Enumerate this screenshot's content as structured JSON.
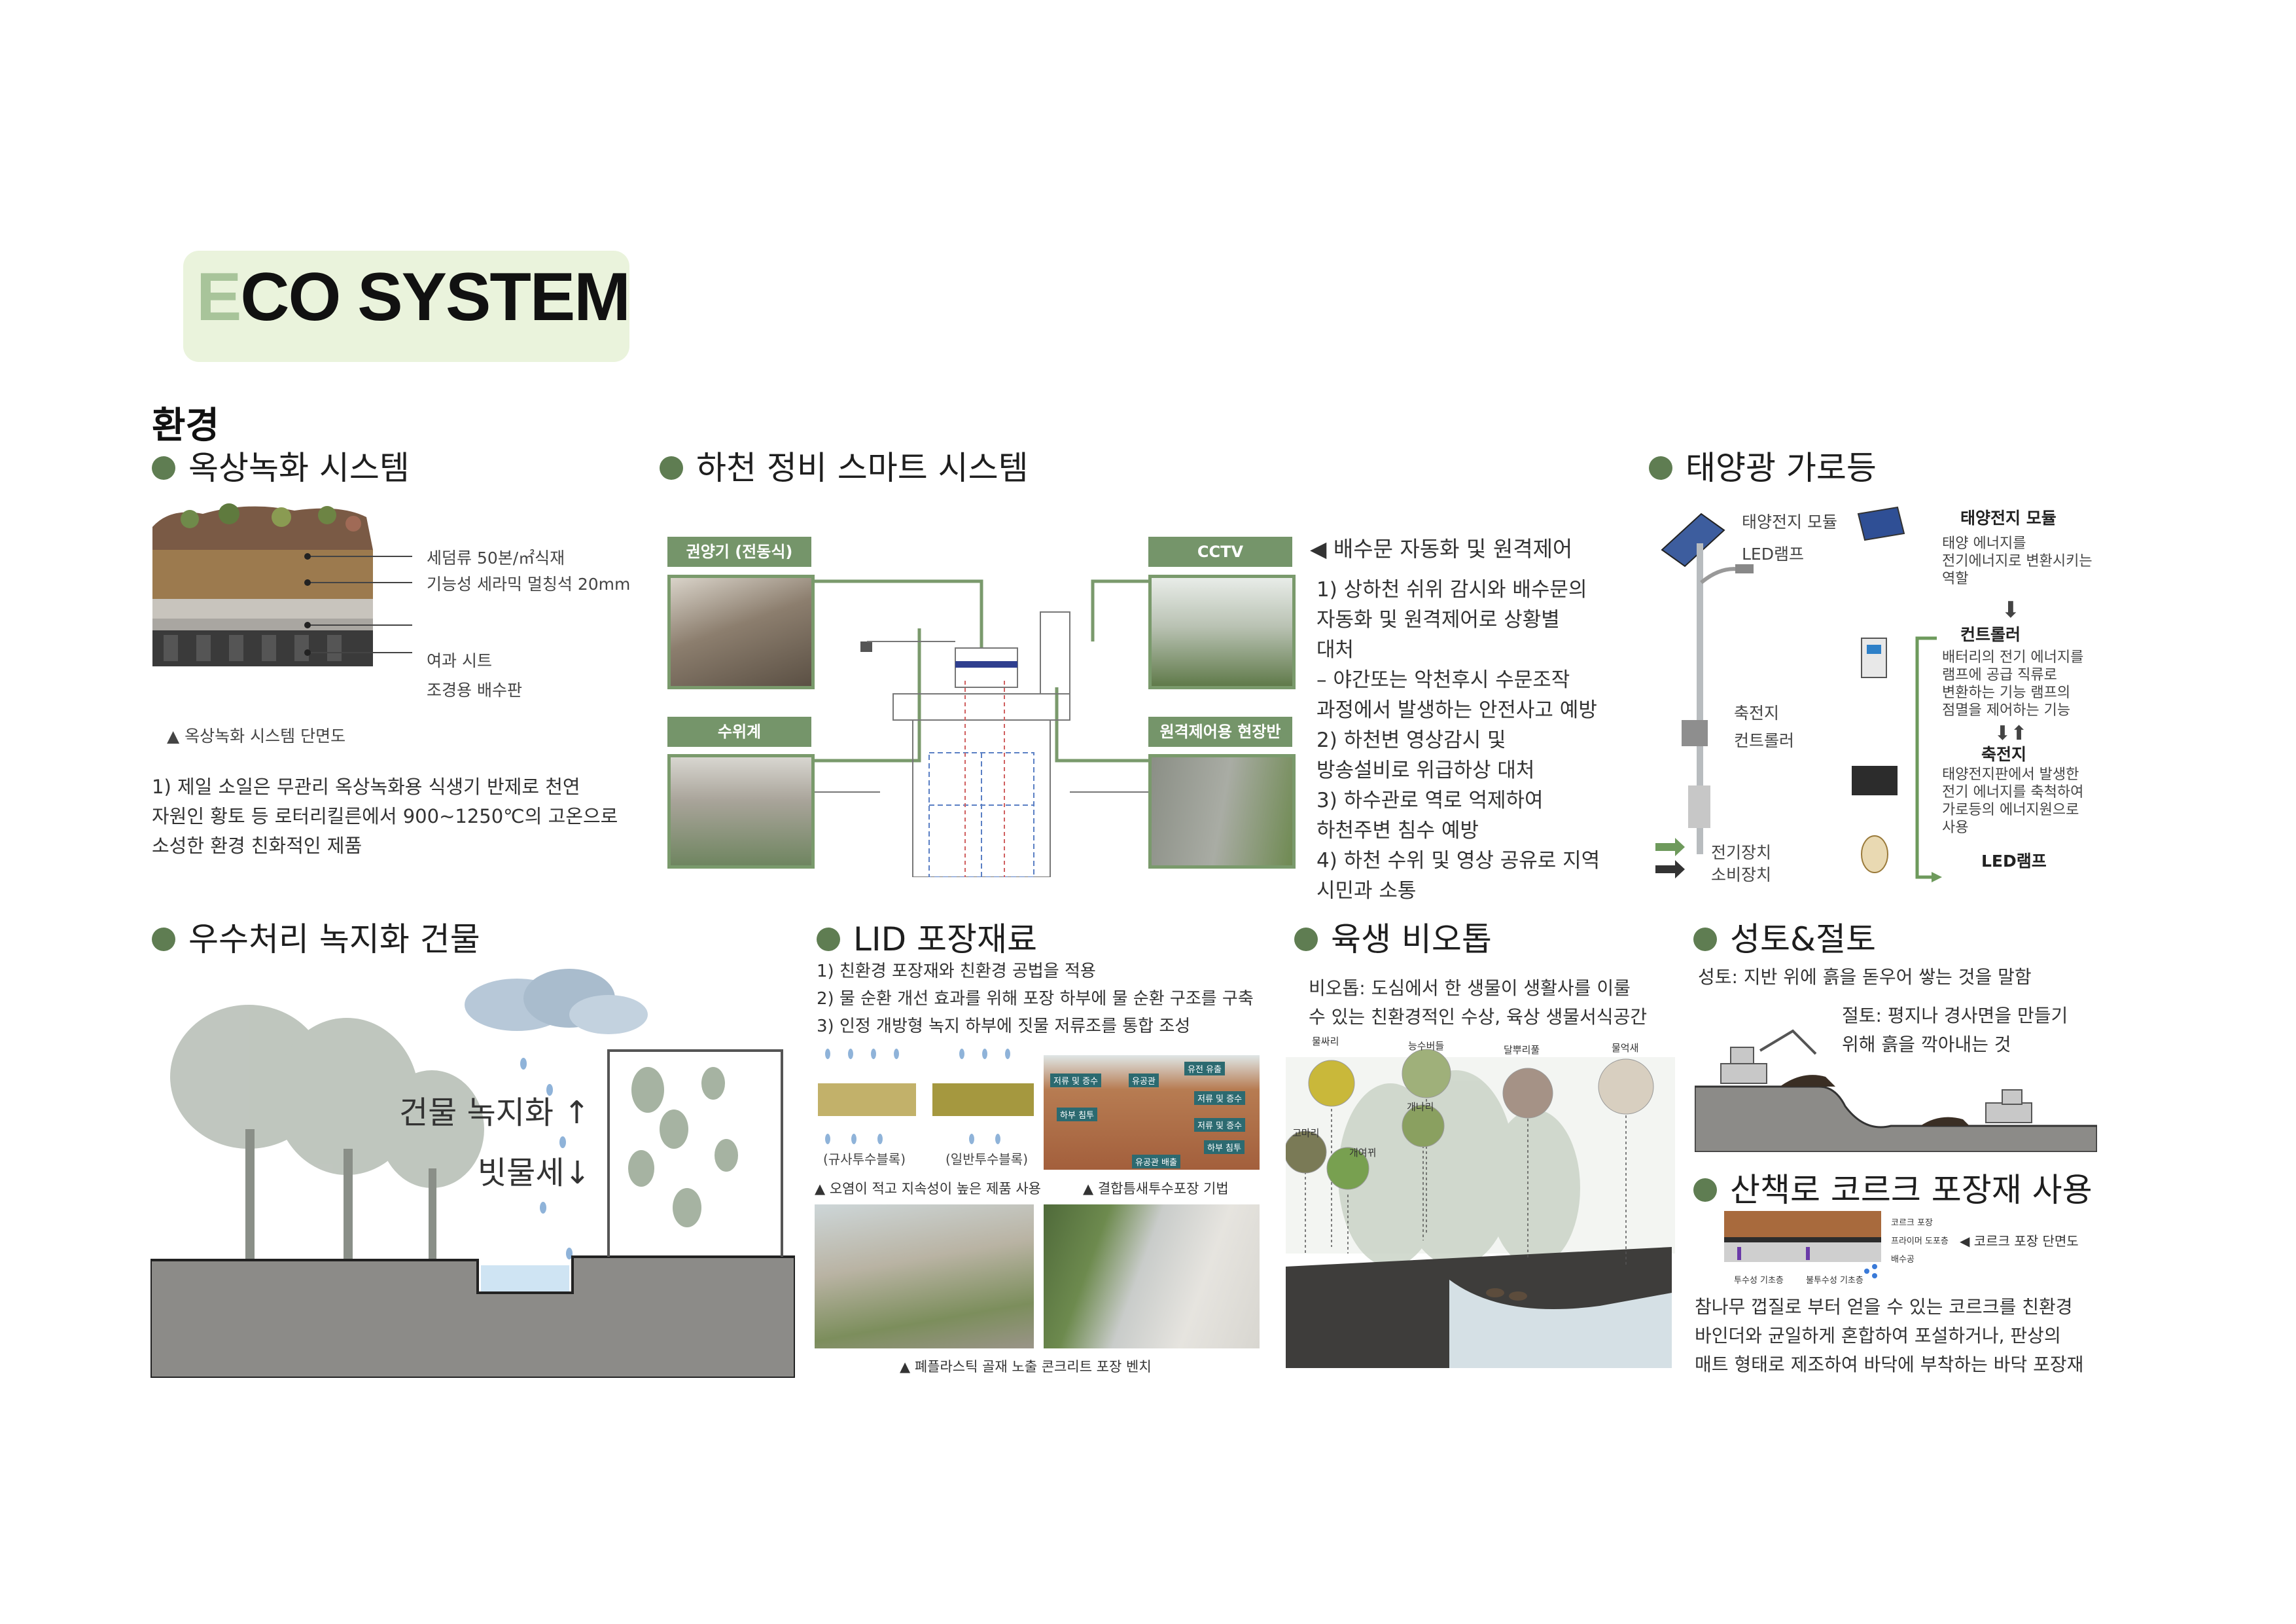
{
  "title": {
    "first_letter": "E",
    "rest": "CO SYSTEM"
  },
  "section_label": "환경",
  "rooftop": {
    "heading": "옥상녹화 시스템",
    "layers": [
      "세덤류 50본/㎡식재",
      "기능성 세라믹 멀칭석 20mm",
      "여과 시트",
      "조경용 배수판"
    ],
    "caption": "▲ 옥상녹화 시스템 단면도",
    "desc_lines": [
      "1) 제일 소일은 무관리 옥상녹화용 식생기 반제로 천연",
      "자원인 황토 등 로터리킬른에서 900~1250℃의 고온으로",
      "소성한 환경 친화적인 제품"
    ]
  },
  "river": {
    "heading": "하천 정비 스마트 시스템",
    "badges": {
      "hoist": "권양기 (전동식)",
      "cctv": "CCTV",
      "gauge": "수위계",
      "panel": "원격제어용 현장반"
    },
    "desc_title": "◀ 배수문 자동화 및 원격제어",
    "desc_lines": [
      "1) 상하천 쉬위 감시와 배수문의",
      "자동화 및 원격제어로 상황별",
      "대처",
      "– 야간또는 악천후시 수문조작",
      "과정에서 발생하는 안전사고 예방",
      "2) 하천변 영상감시 및",
      "방송설비로 위급하상 대처",
      "3) 하수관로 역로 억제하여",
      "하천주변 침수 예방",
      "4) 하천 수위 및 영상 공유로 지역",
      "시민과 소통"
    ]
  },
  "solar": {
    "heading": "태양광 가로등",
    "labels": {
      "module": "태양전지 모듈",
      "led": "LED램프",
      "battery": "축전지",
      "controller": "컨트롤러"
    },
    "legend": {
      "electric": "전기장치",
      "consume": "소비장치"
    },
    "flow": [
      {
        "title": "태양전지 모듈",
        "text": [
          "태양 에너지를",
          "전기에너지로 변환시키는",
          "역할"
        ]
      },
      {
        "title": "컨트롤러",
        "text": [
          "배터리의 전기 에너지를",
          "램프에 공급 직류로",
          "변환하는 기능 램프의",
          "점멸을 제어하는 기능"
        ]
      },
      {
        "title": "축전지",
        "text": [
          "태양전지판에서 발생한",
          "전기 에너지를 축척하여",
          "가로등의 에너지원으로",
          "사용"
        ]
      },
      {
        "title": "LED램프",
        "text": []
      }
    ]
  },
  "rainwater": {
    "heading": "우수처리 녹지화 건물",
    "label1": "건물 녹지화",
    "label2": "빗물세",
    "arrow_up": "↑",
    "arrow_down": "↓"
  },
  "lid": {
    "heading": "LID 포장재료",
    "lines": [
      "1) 친환경 포장재와 친환경 공법을 적용",
      "2) 물 순환 개선 효과를 위해 포장 하부에 물 순환 구조를 구축",
      "3) 인정 개방형 녹지 하부에 짓물 저류조를 통합 조성"
    ],
    "block1": "(규사투수블록)",
    "block2": "(일반투수블록)",
    "caption1": "▲ 오염이 적고 지속성이 높은 제품 사용",
    "caption2": "▲ 결합틈새투수포장 기법",
    "caption3": "▲ 폐플라스틱 골재 노출 콘크리트 포장 벤치",
    "diagram_tags": [
      "저류 및 증수",
      "유공관",
      "저류 및 증수",
      "하부 침투",
      "하부 침투",
      "유공관 배출",
      "저류 및 증수",
      "유전 유출"
    ]
  },
  "biotope": {
    "heading": "육생 비오톱",
    "desc_lines": [
      "비오톱: 도심에서 한 생물이 생활사를 이룰",
      "수 있는 친환경적인 수상, 육상 생물서식공간"
    ],
    "plants": [
      "물싸리",
      "능수버들",
      "달뿌리풀",
      "물억새",
      "개나리",
      "고마리",
      "개여뀌"
    ]
  },
  "cutfill": {
    "heading": "성토&절토",
    "line1": "성토: 지반 위에 흙을 돋우어 쌓는 것을 말함",
    "line2a": "절토: 평지나 경사면을 만들기",
    "line2b": "위해 흙을 깍아내는 것"
  },
  "cork": {
    "heading": "산책로 코르크 포장재 사용",
    "caption": "◀ 코르크 포장 단면도",
    "section_tags": [
      "코르크 포장",
      "프라이머 도포층",
      "배수공",
      "투수성 기초층",
      "불투수성 기초층"
    ],
    "desc_lines": [
      "참나무 껍질로 부터 얻을 수 있는 코르크를 친환경",
      "바인더와 균일하게 혼합하여 포설하거나, 판상의",
      "매트 형태로 제조하여 바닥에 부착하는 바닥 포장재"
    ]
  }
}
